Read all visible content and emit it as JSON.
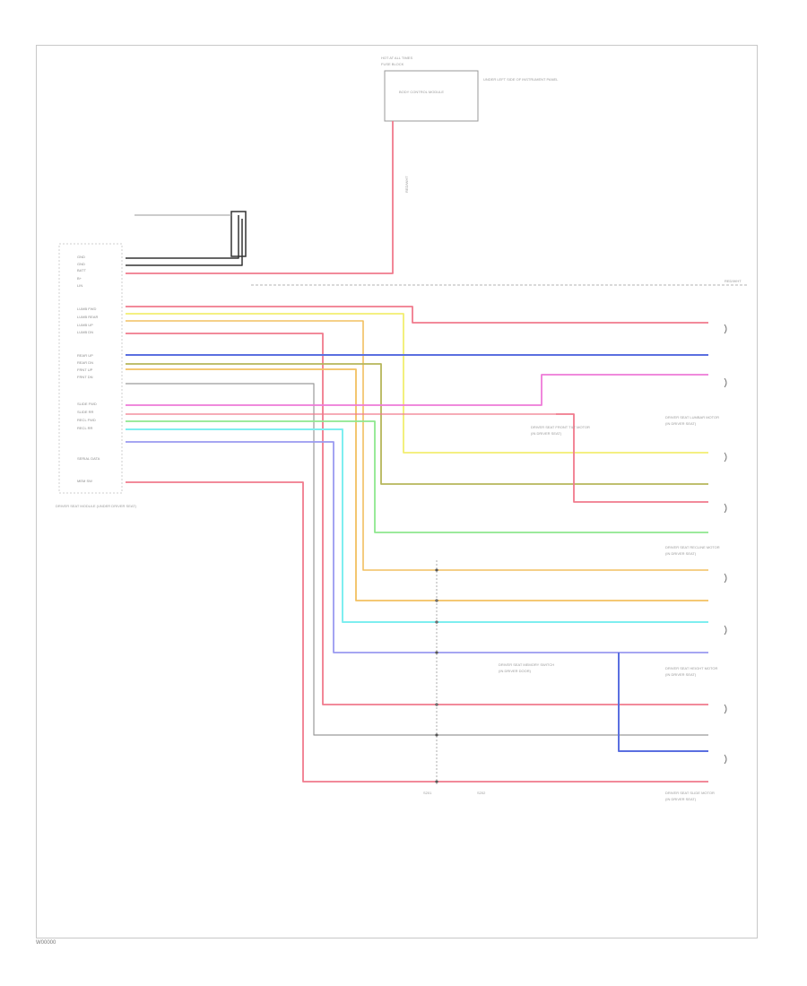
{
  "figure": {
    "id": "W00000"
  },
  "top_module": {
    "fuse_label": "HOT AT ALL TIMES",
    "fuse_name": "FUSE BLOCK",
    "module_name": "BODY CONTROL MODULE",
    "module_side_text": "UNDER LEFT SIDE OF INSTRUMENT PANEL",
    "wire_label": "RED/WHT"
  },
  "left_module": {
    "name": "DRIVER SEAT MODULE (UNDER DRIVER SEAT)",
    "pins": [
      "GND",
      "GND",
      "BATT",
      "B+",
      "LIN",
      "LUMB FWD",
      "LUMB REAR",
      "LUMB UP",
      "LUMB DN",
      "",
      "REAR UP",
      "REAR DN",
      "FRNT UP",
      "FRNT DN",
      "",
      "SLIDE FWD",
      "SLIDE RR",
      "RECL FWD",
      "RECL RR",
      "",
      "SERIAL DATA",
      "",
      "MEM SW"
    ]
  },
  "top_right_wire": {
    "label": "RED/WHT"
  },
  "right_components": [
    {
      "name": "DRIVER SEAT LUMBAR MOTOR",
      "sub": "(IN DRIVER SEAT)"
    },
    {
      "name": "DRIVER SEAT RECLINE MOTOR",
      "sub": "(IN DRIVER SEAT)"
    },
    {
      "name": "DRIVER SEAT HEIGHT MOTOR",
      "sub": "(IN DRIVER SEAT)"
    },
    {
      "name": "DRIVER SEAT SLIDE MOTOR",
      "sub": "(IN DRIVER SEAT)"
    },
    {
      "name": "DRIVER SEAT FRONT TILT MOTOR",
      "sub": "(IN DRIVER SEAT)"
    }
  ],
  "center_labels": {
    "memory_switch": "DRIVER SEAT MEMORY SWITCH",
    "memory_switch_sub": "(IN DRIVER DOOR)",
    "splice_a": "S201",
    "splice_b": "S202"
  },
  "colors": {
    "red": "#f07a8c",
    "pink": "#ee7ad8",
    "yellow": "#f2ee70",
    "blue": "#5a6fe0",
    "olive": "#b6b65a",
    "orange": "#f2c060",
    "green": "#8ee88e",
    "cyan": "#7eeef0",
    "lavender": "#9a9af0",
    "gray": "#9a9a9a",
    "black": "#333333"
  }
}
